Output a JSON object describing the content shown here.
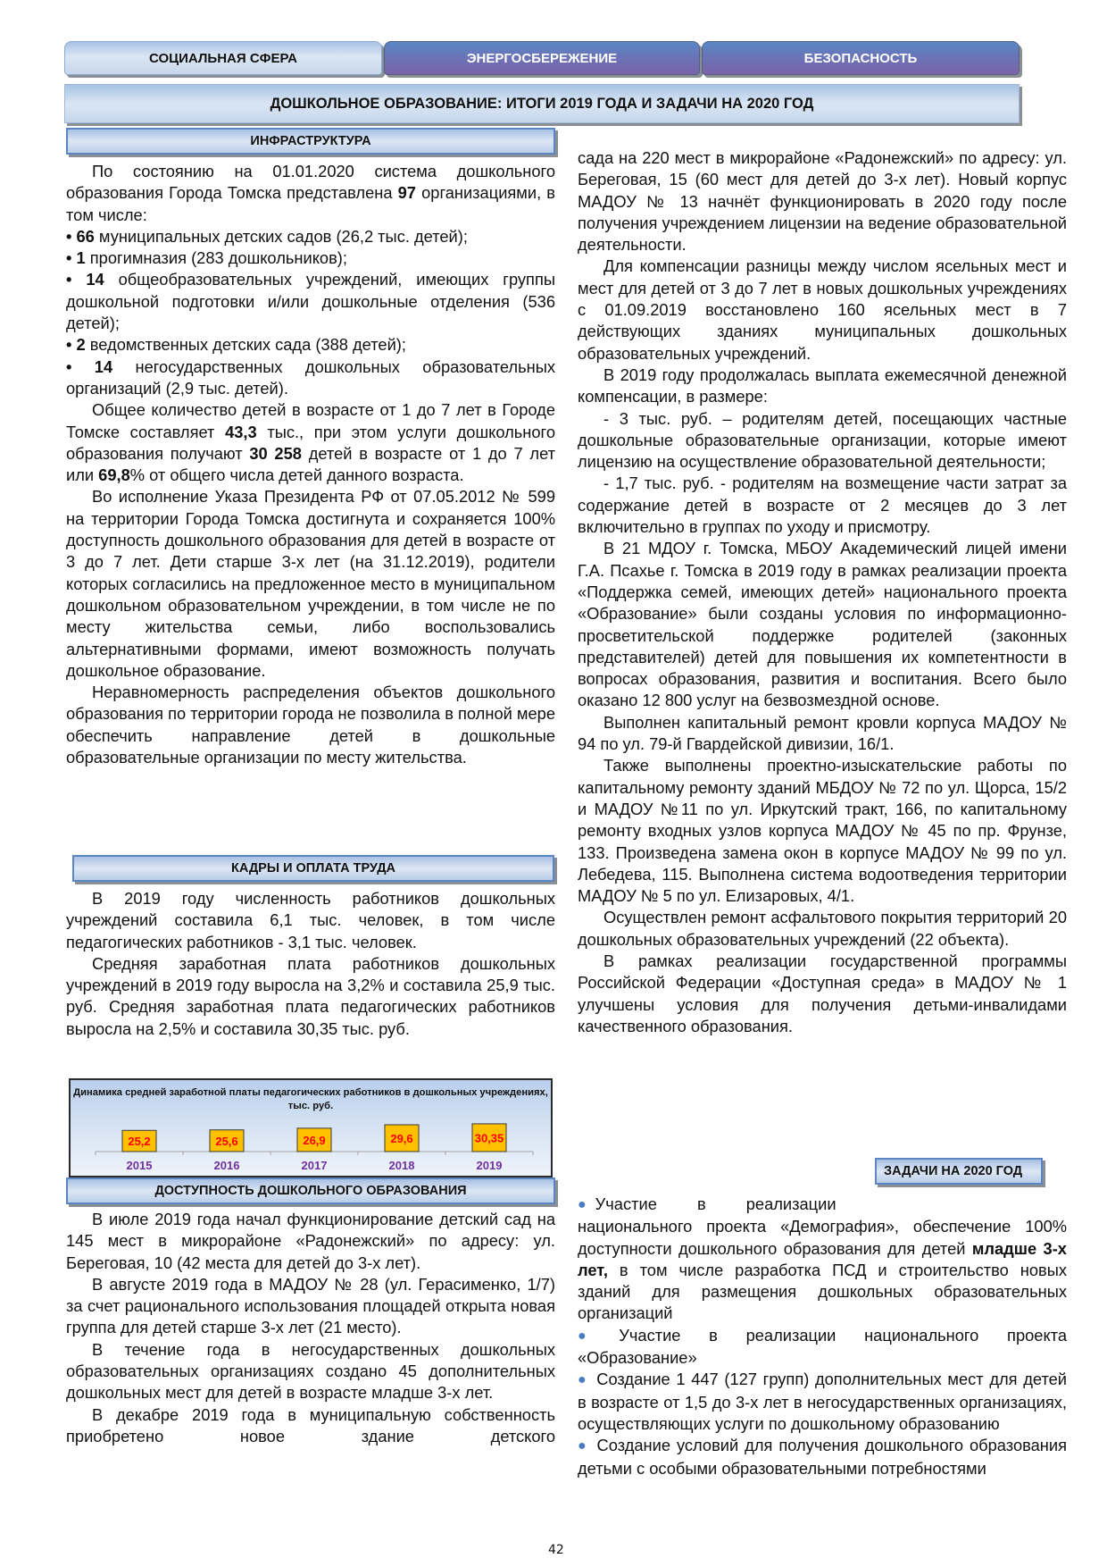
{
  "tabs": [
    {
      "label": "СОЦИАЛЬНАЯ СФЕРА",
      "active": true
    },
    {
      "label": "ЭНЕРГОСБЕРЕЖЕНИЕ",
      "active": false
    },
    {
      "label": "БЕЗОПАСНОСТЬ",
      "active": false
    }
  ],
  "title": "ДОШКОЛЬНОЕ ОБРАЗОВАНИЕ: ИТОГИ 2019 ГОДА И ЗАДАЧИ НА 2020 ГОД",
  "sections": {
    "infra": "ИНФРАСТРУКТУРА",
    "kadry": "КАДРЫ И ОПЛАТА ТРУДА",
    "dost": "ДОСТУПНОСТЬ  ДОШКОЛЬНОГО  ОБРАЗОВАНИЯ",
    "tasks": "ЗАДАЧИ НА 2020 ГОД"
  },
  "infra": {
    "intro_pre": "По состоянию на 01.01.2020 система дошкольного образования Города Томска представлена ",
    "intro_num": "97",
    "intro_post": " организациями, в том числе:",
    "bullets": [
      {
        "num": "66",
        "text": " муниципальных детских садов (26,2 тыс. детей);"
      },
      {
        "num": "1",
        "text": " прогимназия (283 дошкольников);"
      },
      {
        "num": "14",
        "text": " общеобразовательных учреждений, имеющих группы дошкольной подготовки и/или дошкольные отделения (536 детей);"
      },
      {
        "num": "2",
        "text": " ведомственных детских сада (388 детей);"
      },
      {
        "num": "14",
        "text": " негосударственных дошкольных образовательных организаций (2,9 тыс. детей)."
      }
    ],
    "p2_a": "Общее количество детей в возрасте от 1 до 7 лет в Городе Томске составляет ",
    "p2_b": "43,3",
    "p2_c": " тыс., при этом услуги дошкольного образования получают ",
    "p2_d": "30 258",
    "p2_e": " детей в возрасте от 1 до 7 лет или ",
    "p2_f": "69,8",
    "p2_g": "% от общего числа детей данного возраста.",
    "p3": "Во исполнение Указа Президента РФ от 07.05.2012 № 599 на территории Города Томска достигнута и сохраняется 100% доступность дошкольного образования для детей в возрасте от 3 до 7 лет. Дети старше 3-х лет (на 31.12.2019), родители которых согласились на предложенное место в муниципальном дошкольном образовательном учреждении, в том числе не по месту жительства семьи, либо воспользовались альтернативными формами, имеют возможность получать дошкольное образование.",
    "p4": "Неравномерность распределения объектов дошкольного образования по территории города не позволила в полной мере обеспечить направление детей в дошкольные образовательные организации по месту жительства."
  },
  "kadry": {
    "p1": "В 2019 году численность работников дошкольных учреждений составила 6,1 тыс. человек, в том числе педагогических работников - 3,1 тыс. человек.",
    "p2": "Средняя заработная плата работников дошкольных учреждений в 2019 году выросла на 3,2% и составила 25,9 тыс. руб. Средняя заработная плата педагогических работников выросла на 2,5% и составила 30,35 тыс. руб."
  },
  "chart_data": {
    "type": "bar",
    "title": "Динамика средней заработной платы педагогических работников в дошкольных учреждениях, тыс. руб.",
    "categories": [
      "2015",
      "2016",
      "2017",
      "2018",
      "2019"
    ],
    "values": [
      25.2,
      25.6,
      26.9,
      29.6,
      30.35
    ],
    "value_labels": [
      "25,2",
      "25,6",
      "26,9",
      "29,6",
      "30,35"
    ],
    "xlabel": "",
    "ylabel": "",
    "grid": false,
    "legend": "none",
    "colors": {
      "box": "#ffc000",
      "label": "#ff0000",
      "year": "#7030a0",
      "axis": "#a6a6a6"
    }
  },
  "dost": {
    "p1": "В июле 2019 года начал функционирование детский сад на 145 мест в микрорайоне «Радонежский» по адресу: ул. Береговая, 10 (42 места для детей до 3-х лет).",
    "p2": "В августе 2019 года в МАДОУ № 28 (ул. Герасименко, 1/7) за счет рационального использования площадей открыта новая группа для детей старше 3-х лет (21 место).",
    "p3": "В течение года в негосударственных дошкольных образовательных организациях создано 45 дополнительных дошкольных мест для детей в возрасте младше 3-х лет.",
    "p4": "В декабре 2019 года в муниципальную собственность приобретено новое здание детского"
  },
  "right": {
    "p1": "сада на 220 мест в микрорайоне «Радонежский» по адресу: ул. Береговая, 15 (60 мест для детей до 3-х лет). Новый корпус МАДОУ № 13 начнёт функционировать в 2020 году после получения учреждением лицензии на ведение образовательной деятельности.",
    "p2": "Для компенсации разницы между числом ясельных мест и мест для детей от 3 до 7 лет в новых дошкольных учреждениях с 01.09.2019 восстановлено 160 ясельных мест в 7 действующих зданиях муниципальных дошкольных образовательных учреждений.",
    "p3": "В 2019 году продолжалась выплата ежемесячной денежной компенсации, в размере:",
    "p4": "- 3 тыс. руб. – родителям детей, посещающих частные дошкольные образовательные организации, которые имеют лицензию на осуществление образовательной деятельности;",
    "p5": "- 1,7 тыс. руб. - родителям на возмещение части затрат за содержание детей в возрасте от 2 месяцев до 3 лет включительно в группах по уходу и присмотру.",
    "p6": "В 21 МДОУ г. Томска, МБОУ Академический лицей имени Г.А. Псахье г. Томска в 2019 году в рамках реализации проекта «Поддержка семей, имеющих детей» национального проекта «Образование» были созданы условия по информационно-просветительской поддержке родителей (законных представителей) детей для повышения их компетентности в вопросах образования, развития и воспитания. Всего было оказано 12 800 услуг на безвозмездной основе.",
    "p7": "Выполнен капитальный ремонт кровли корпуса МАДОУ № 94 по ул. 79-й Гвардейской дивизии, 16/1.",
    "p8": "Также выполнены проектно-изыскательские работы по капитальному ремонту зданий МБДОУ № 72 по ул. Щорса, 15/2 и МАДОУ №11 по ул. Иркутский тракт, 166, по капитальному ремонту входных узлов корпуса МАДОУ № 45  по пр. Фрунзе, 133. Произведена замена окон в корпусе МАДОУ № 99 по ул. Лебедева, 115. Выполнена система водоотведения территории МАДОУ № 5 по ул. Елизаровых, 4/1.",
    "p9": "Осуществлен ремонт асфальтового покрытия территорий 20 дошкольных образовательных учреждений (22 объекта).",
    "p10": "В рамках реализации государственной программы Российской Федерации «Доступная среда» в МАДОУ № 1 улучшены условия для получения детьми-инвалидами качественного образования."
  },
  "tasks": {
    "t1_a": "Участие в реализации",
    "t1_b": "национального проекта «Демография», обеспечение 100% доступности дошкольного образования для детей ",
    "t1_bold": "младше 3-х лет,",
    "t1_c": " в том числе разработка ПСД и строительство новых зданий для размещения дошкольных образовательных организаций",
    "t2": "Участие в реализации национального проекта «Образование»",
    "t3": "Создание 1 447 (127 групп) дополнительных мест для детей в возрасте от 1,5 до 3-х лет в негосударственных организациях, осуществляющих услуги по дошкольному образованию",
    "t4": "Создание условий для получения дошкольного образования детьми с особыми образовательными потребностями"
  },
  "page_number": "42"
}
